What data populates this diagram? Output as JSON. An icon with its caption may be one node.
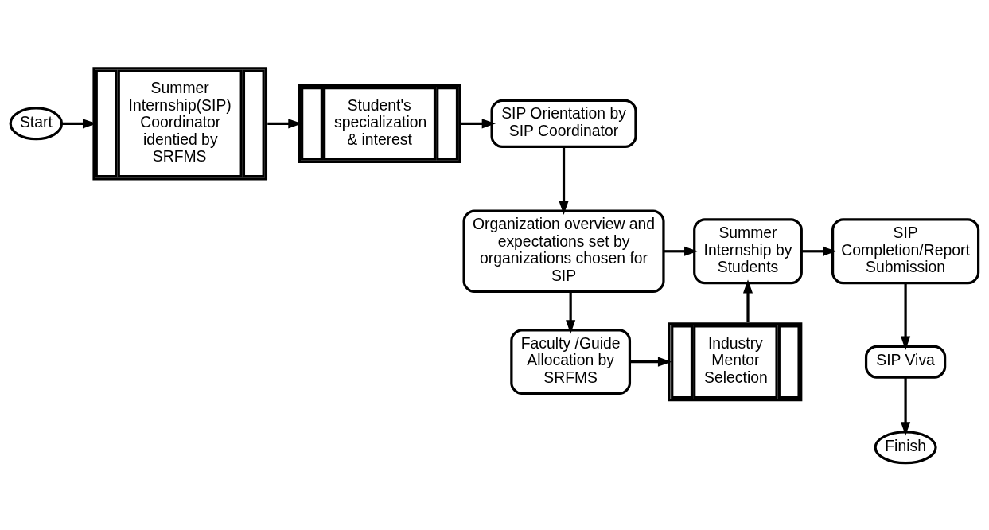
{
  "diagram": {
    "nodes": [
      {
        "text": [
          "Start"
        ]
      },
      {
        "text": [
          "Summer Internship(SIP) Coordinator identied by SRFMS"
        ]
      },
      {
        "text": [
          "Student's specialization & interest"
        ]
      },
      {
        "text": [
          "SIP Orientation by SIP Coordinator"
        ]
      },
      {
        "text": [
          "Organization overview and expectations set by organizations chosen for SIP"
        ]
      },
      {
        "text": [
          "Summer Internship by Students"
        ]
      },
      {
        "text": [
          "SIP Completion/Report Submission"
        ]
      },
      {
        "text": [
          "Faculty /Guide Allocation by SRFMS"
        ]
      },
      {
        "text": [
          "Industry Mentor Selection"
        ]
      },
      {
        "text": [
          "SIP Viva"
        ]
      },
      {
        "text": [
          "Finish"
        ]
      }
    ],
    "edges": [
      {
        "from": 0,
        "to": 1,
        "arrow": "to"
      },
      {
        "from": 1,
        "to": 2,
        "arrow": "to"
      },
      {
        "from": 2,
        "to": 3,
        "arrow": "to"
      },
      {
        "from": 3,
        "to": 4,
        "arrow": "to"
      },
      {
        "from": 4,
        "to": 5,
        "arrow": "to"
      },
      {
        "from": 5,
        "to": 6,
        "arrow": "to"
      },
      {
        "from": 4,
        "to": 7,
        "arrow": "to"
      },
      {
        "from": 7,
        "to": 8,
        "arrow": "to"
      },
      {
        "from": 8,
        "to": 5,
        "arrow": "to"
      },
      {
        "from": 6,
        "to": 9,
        "arrow": "to"
      },
      {
        "from": 9,
        "to": 10,
        "arrow": "to"
      }
    ]
  }
}
